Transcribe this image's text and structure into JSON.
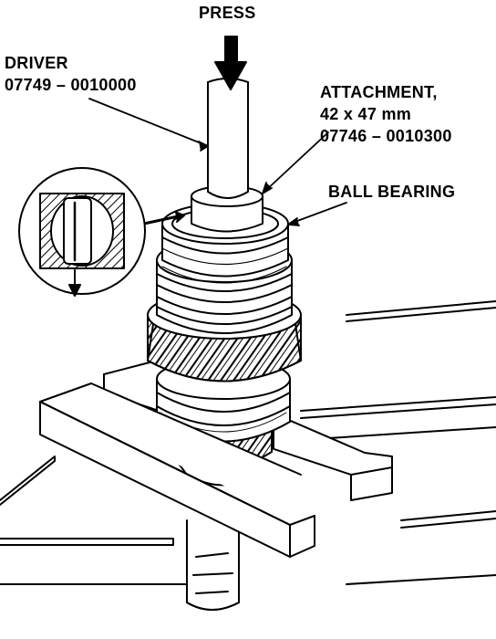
{
  "labels": {
    "press": "PRESS",
    "driver": {
      "name": "DRIVER",
      "part_number": "07749 – 0010000"
    },
    "attachment": {
      "name": "ATTACHMENT,",
      "size": "42 x 47 mm",
      "part_number": "07746 – 0010300"
    },
    "ball_bearing": "BALL BEARING"
  },
  "colors": {
    "ink": "#000000",
    "paper": "#ffffff"
  }
}
